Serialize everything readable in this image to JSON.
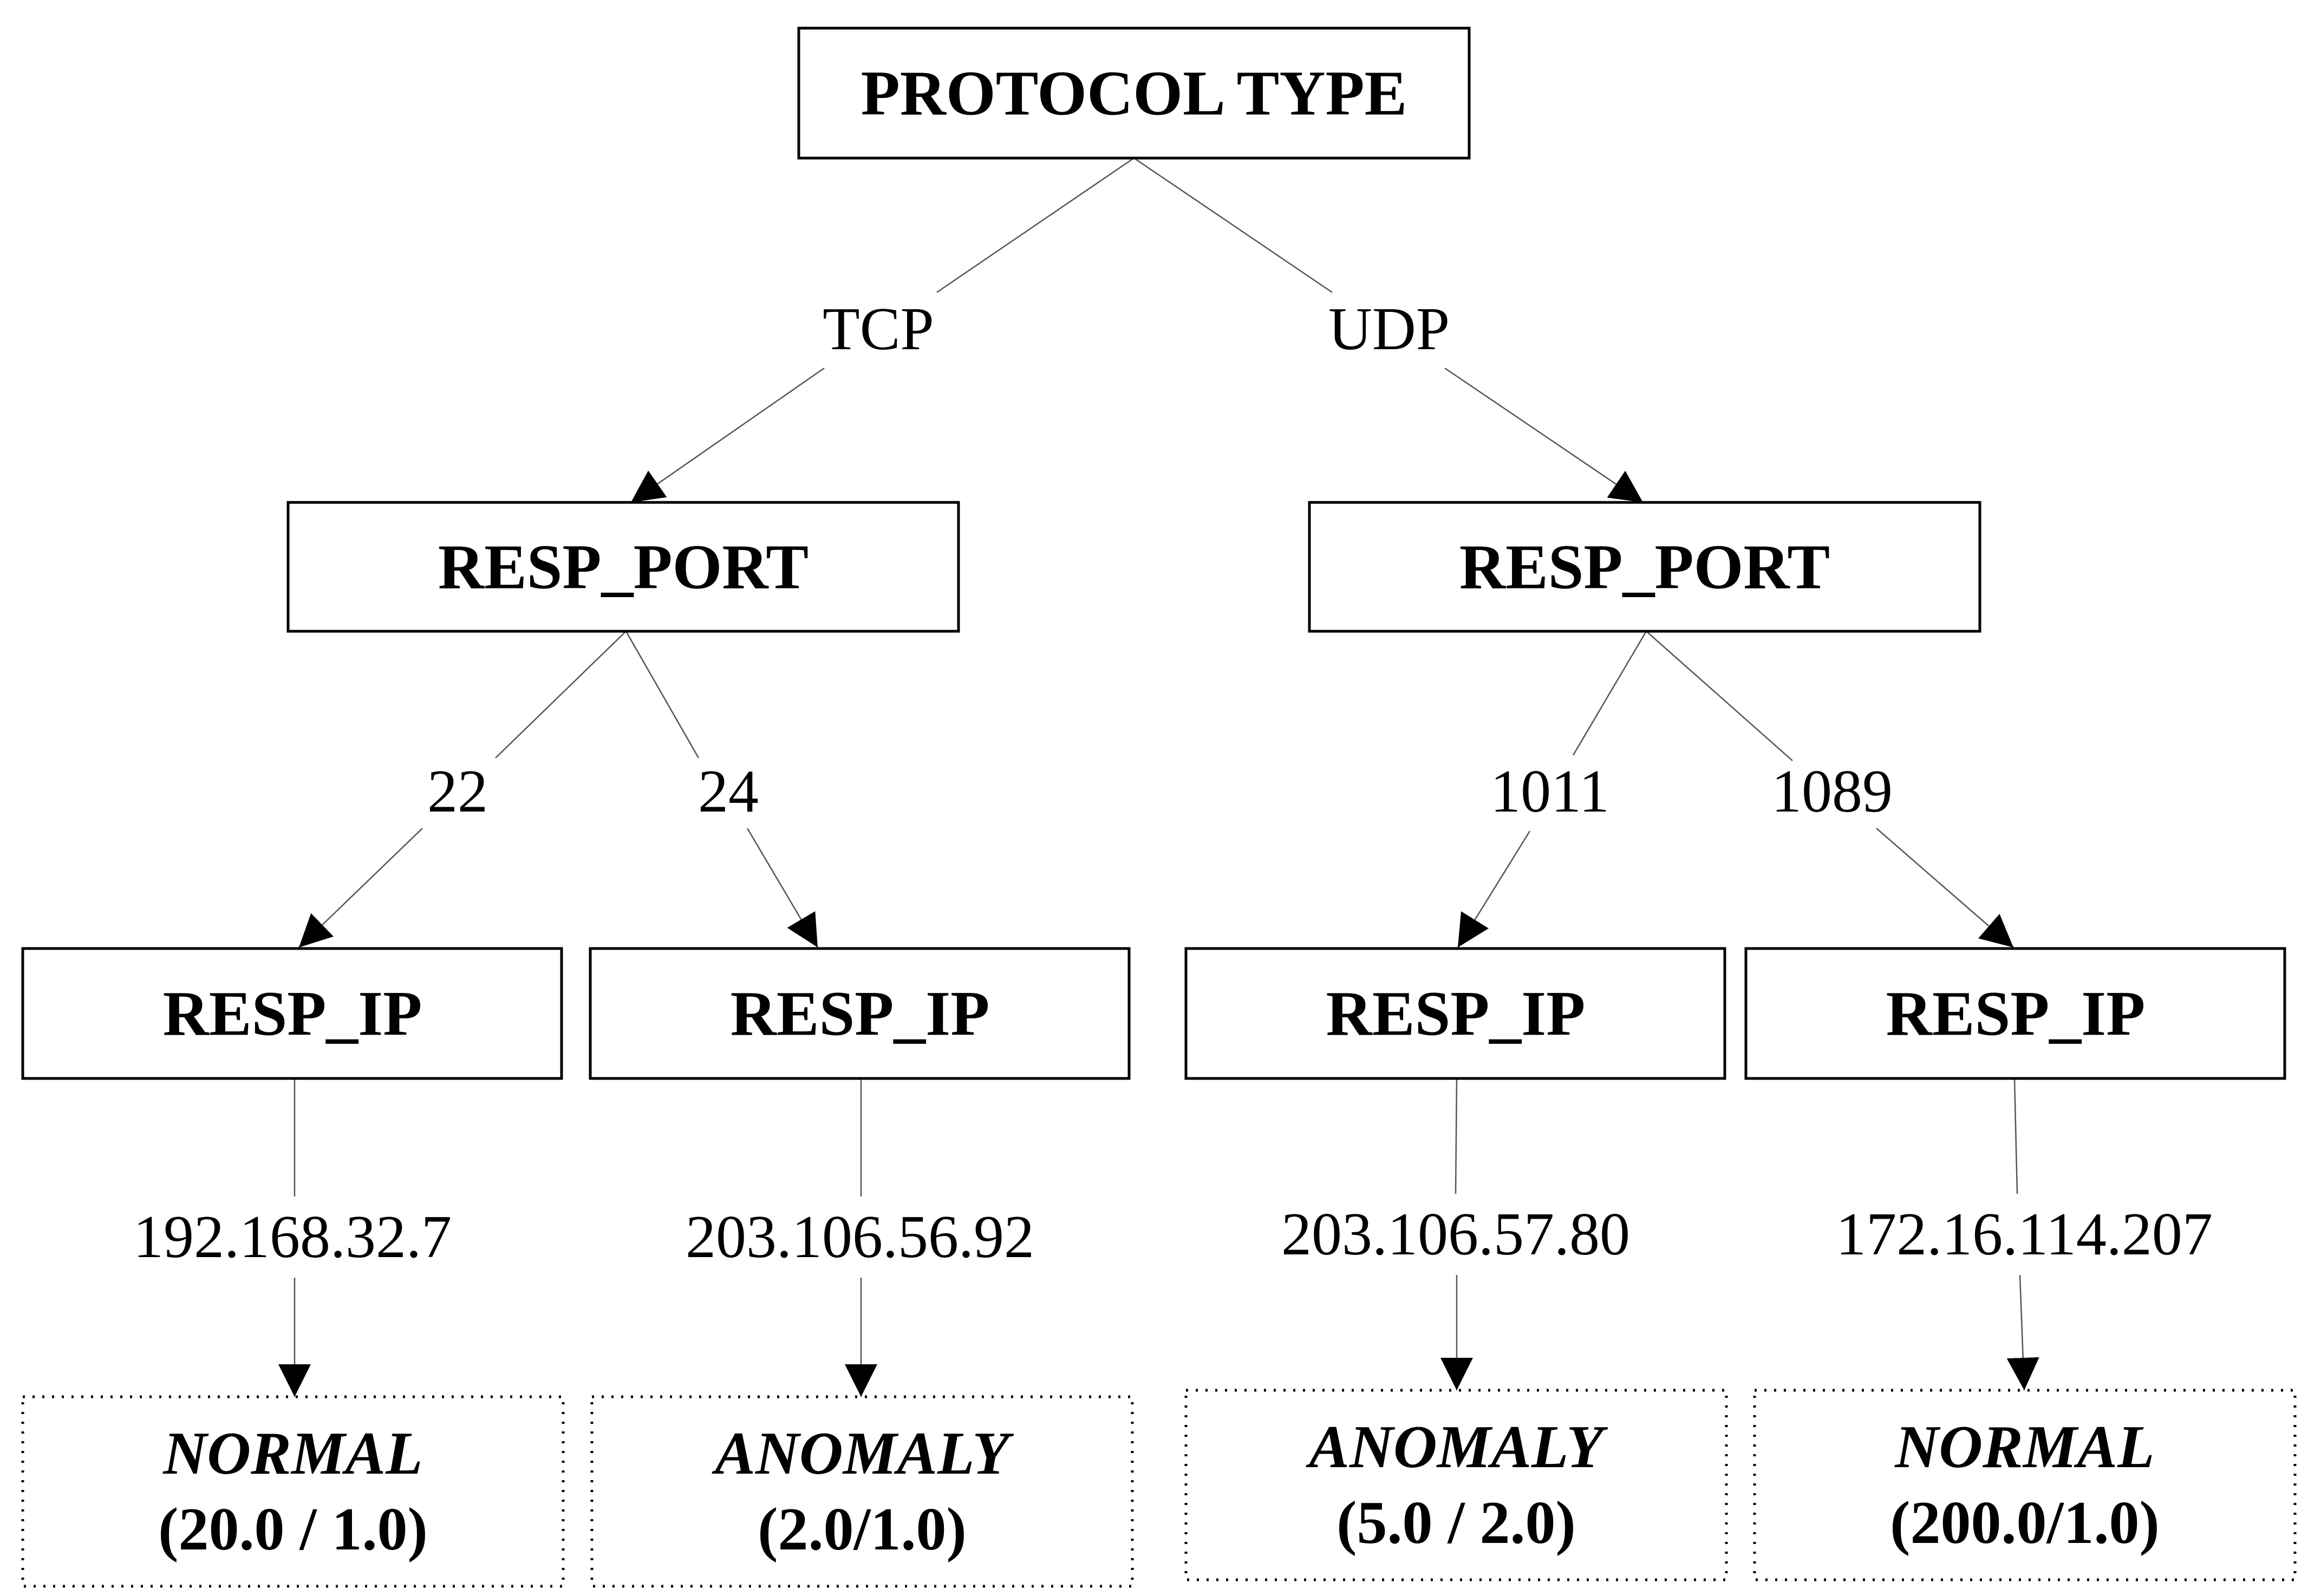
{
  "root": {
    "label": "PROTOCOL TYPE"
  },
  "level1": [
    {
      "edge": "TCP",
      "label": "RESP_PORT"
    },
    {
      "edge": "UDP",
      "label": "RESP_PORT"
    }
  ],
  "level2": [
    {
      "edge": "22",
      "label": "RESP_IP"
    },
    {
      "edge": "24",
      "label": "RESP_IP"
    },
    {
      "edge": "1011",
      "label": "RESP_IP"
    },
    {
      "edge": "1089",
      "label": "RESP_IP"
    }
  ],
  "leaves": [
    {
      "edge": "192.168.32.7",
      "class": "NORMAL",
      "stats": "(20.0 / 1.0)"
    },
    {
      "edge": "203.106.56.92",
      "class": "ANOMALY",
      "stats": "(2.0/1.0)"
    },
    {
      "edge": "203.106.57.80",
      "class": "ANOMALY",
      "stats": "(5.0 / 2.0)"
    },
    {
      "edge": "172.16.114.207",
      "class": "NORMAL",
      "stats": "(200.0/1.0)"
    }
  ]
}
